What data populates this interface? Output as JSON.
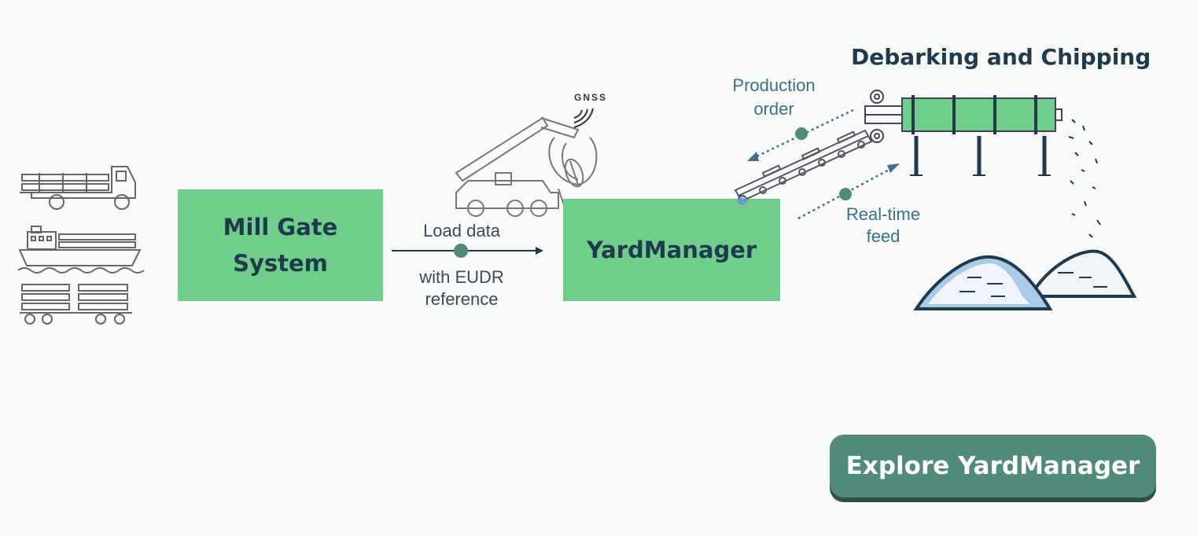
{
  "diagram": {
    "heading": "Debarking and Chipping",
    "boxes": {
      "mill_gate_line1": "Mill Gate",
      "mill_gate_line2": "System",
      "yard_manager": "YardManager"
    },
    "arrow_labels": {
      "load_data": "Load data",
      "with_eudr": "with EUDR",
      "reference": "reference",
      "production": "Production",
      "order": "order",
      "real_time": "Real-time",
      "feed": "feed"
    },
    "gnss": "GNSS",
    "colors": {
      "box_green": "#6fcf8a",
      "text_dark": "#1e3a4c",
      "button_teal": "#4f8a7a",
      "connector_dot": "#4f8a7a"
    }
  },
  "cta": {
    "label": "Explore YardManager"
  }
}
